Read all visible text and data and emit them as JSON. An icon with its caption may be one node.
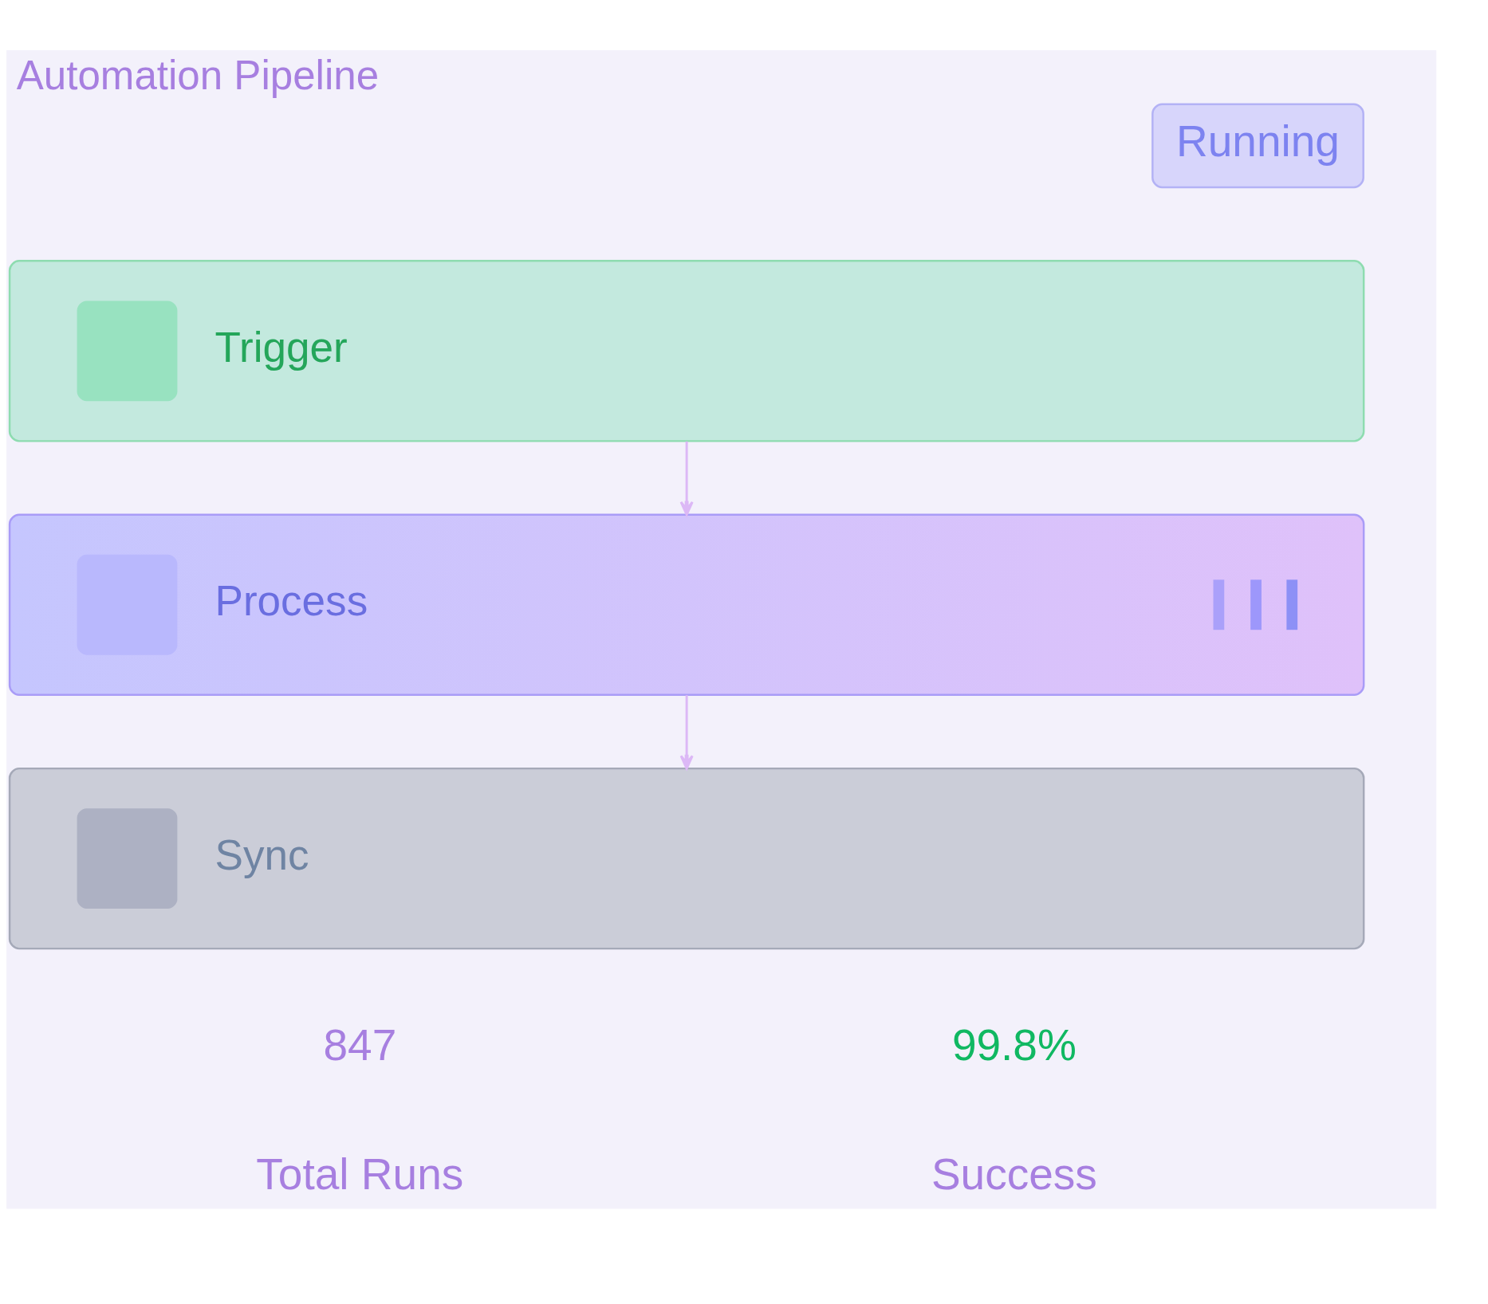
{
  "diagram": {
    "title": "Automation Pipeline",
    "nodes": [
      {
        "text": [
          "Running"
        ]
      },
      {
        "text": [
          "Trigger"
        ]
      },
      {
        "text": [
          "Process"
        ]
      },
      {
        "text": [
          "Sync"
        ]
      }
    ],
    "edges": [
      {
        "from": 1,
        "to": 2,
        "arrow": "to"
      },
      {
        "from": 2,
        "to": 3,
        "arrow": "to"
      }
    ],
    "labels": [
      "847",
      "Total Runs",
      "99.8%",
      "Success"
    ]
  }
}
